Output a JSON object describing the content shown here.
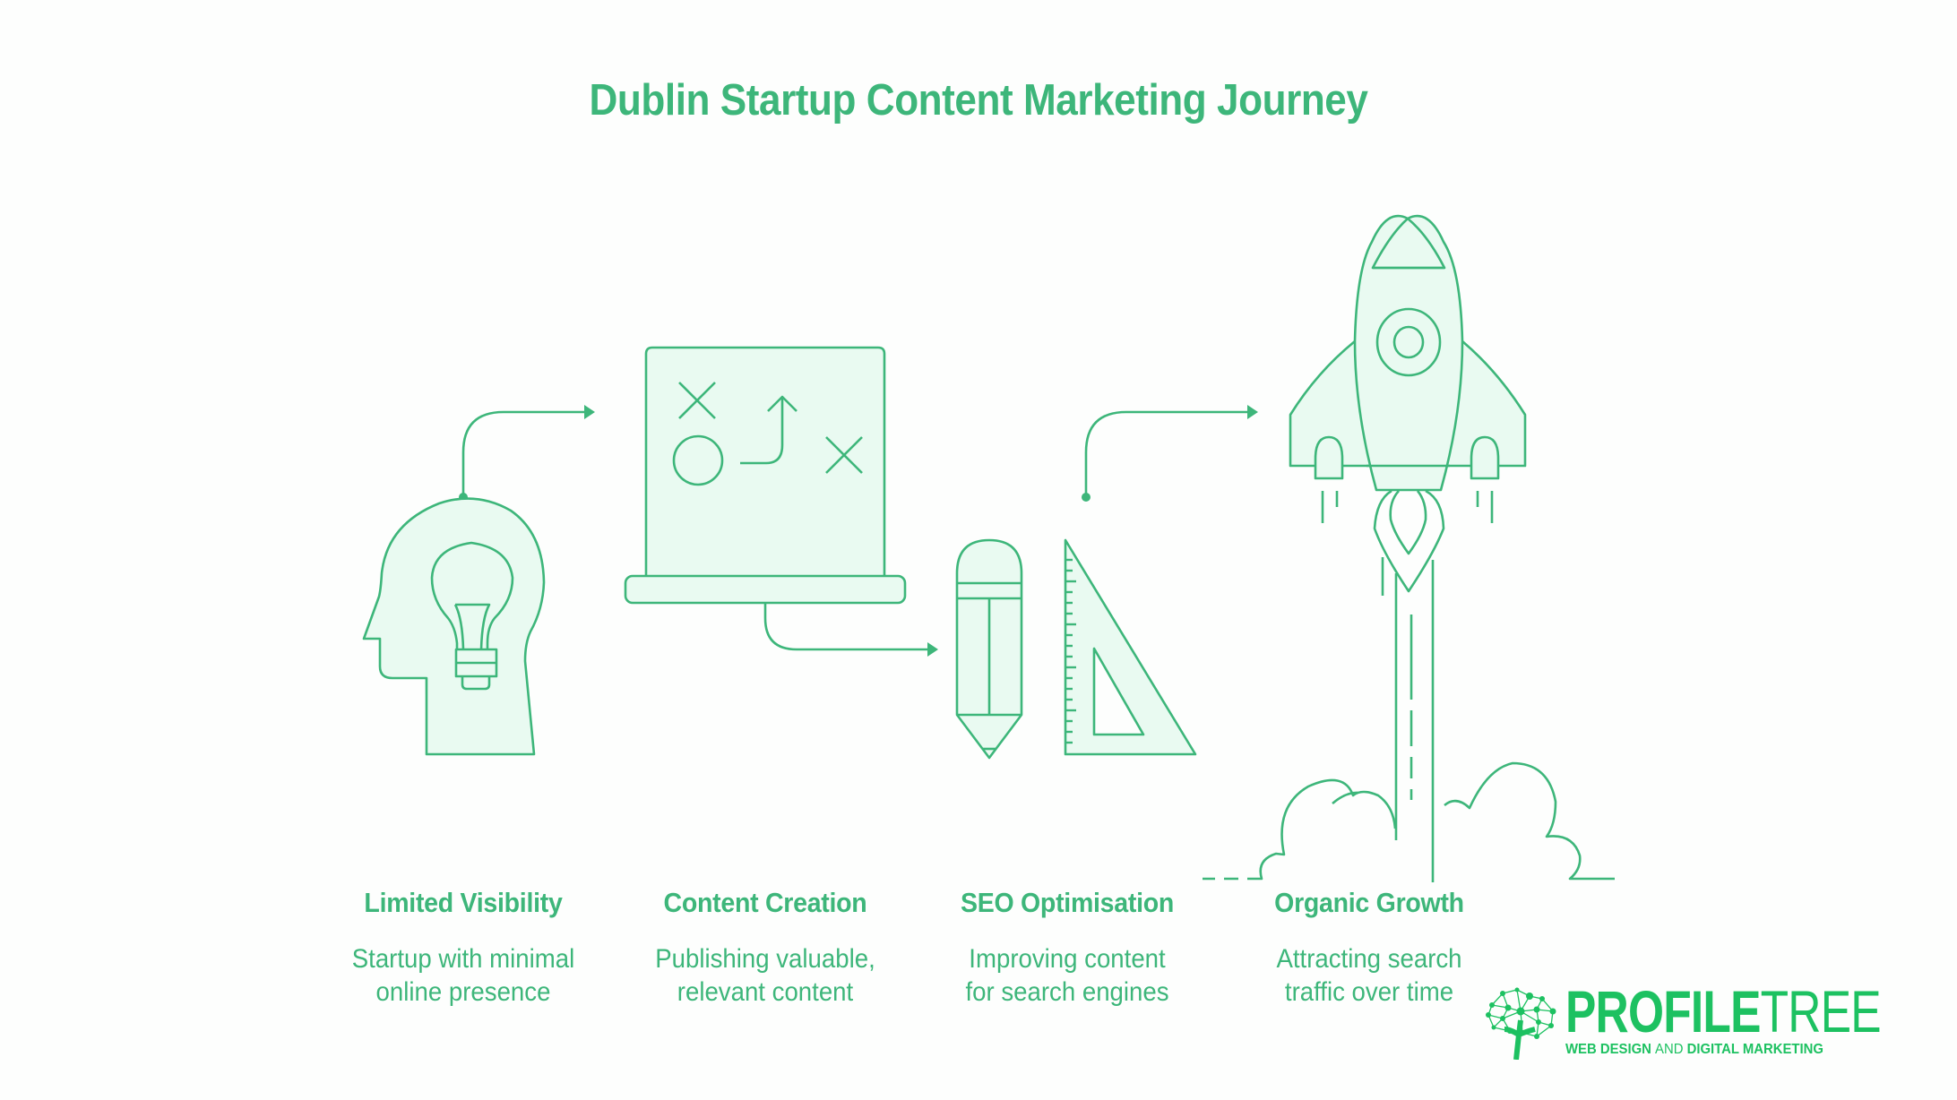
{
  "title": "Dublin Startup Content Marketing Journey",
  "colors": {
    "accent": "#3DB67A",
    "icon_fill": "#E9FAF1",
    "logo_green": "#1DC161",
    "background": "#FDFEFD"
  },
  "steps": [
    {
      "title": "Limited Visibility",
      "line1": "Startup with minimal",
      "line2": "online presence",
      "icon": "head-lightbulb-icon"
    },
    {
      "title": "Content Creation",
      "line1": "Publishing valuable,",
      "line2": "relevant content",
      "icon": "laptop-strategy-icon"
    },
    {
      "title": "SEO Optimisation",
      "line1": "Improving content",
      "line2": "for search engines",
      "icon": "pencil-set-square-icon"
    },
    {
      "title": "Organic Growth",
      "line1": "Attracting search",
      "line2": "traffic over time",
      "icon": "rocket-launch-icon"
    }
  ],
  "logo": {
    "brand_bold": "PROFILE",
    "brand_thin": "TREE",
    "tagline_a": "WEB DESIGN ",
    "tagline_b": "AND",
    "tagline_c": " DIGITAL MARKETING"
  }
}
